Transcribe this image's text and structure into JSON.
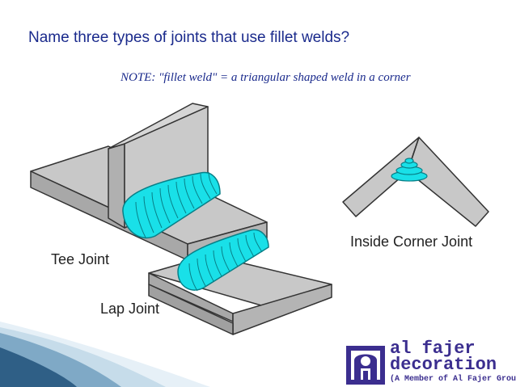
{
  "slide": {
    "title": "Name three types of joints that use fillet welds?",
    "note": "NOTE: \"fillet weld\" = a triangular shaped weld in a corner"
  },
  "labels": {
    "tee": "Tee Joint",
    "lap": "Lap Joint",
    "corner": "Inside Corner Joint"
  },
  "logo": {
    "line1": "al fajer",
    "line2": "decoration",
    "line3": "(A Member of Al Fajer Group)",
    "icon": "al-fajer-logo-mark"
  },
  "colors": {
    "title": "#1a2a8c",
    "plate": "#c8c8c8",
    "weld": "#19e0e8",
    "logo": "#3b2e8f"
  }
}
